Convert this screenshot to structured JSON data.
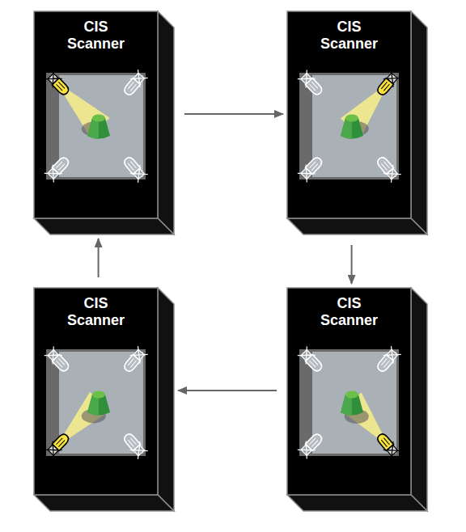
{
  "diagram": {
    "nodes": [
      {
        "text": [
          "CIS Scanner"
        ]
      },
      {
        "text": [
          "CIS Scanner"
        ]
      },
      {
        "text": [
          "CIS Scanner"
        ]
      },
      {
        "text": [
          "CIS Scanner"
        ]
      }
    ],
    "edges": [
      {
        "from": 0,
        "to": 1,
        "arrow": "to"
      },
      {
        "from": 1,
        "to": 3,
        "arrow": "to"
      },
      {
        "from": 3,
        "to": 2,
        "arrow": "to"
      },
      {
        "from": 2,
        "to": 0,
        "arrow": "to"
      }
    ]
  }
}
